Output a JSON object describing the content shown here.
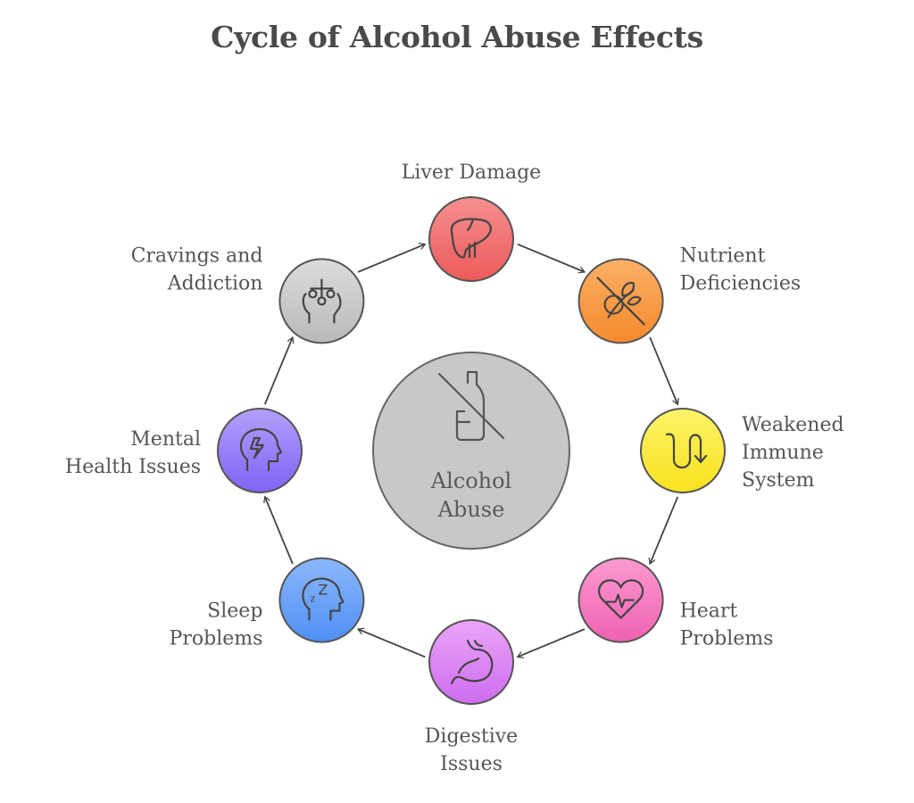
{
  "title": "Cycle of Alcohol Abuse Effects",
  "center": {
    "label_lines": [
      "Alcohol",
      "Abuse"
    ],
    "icon": "no-alcohol-bottle-icon",
    "color": "#c8c8c8"
  },
  "nodes": [
    {
      "label_lines": [
        "Liver Damage"
      ],
      "icon": "liver-icon",
      "color_top": "#f58f8f",
      "color_bottom": "#ee5a5a"
    },
    {
      "label_lines": [
        "Nutrient",
        "Deficiencies"
      ],
      "icon": "no-grain-icon",
      "color_top": "#fbb067",
      "color_bottom": "#f58a2c"
    },
    {
      "label_lines": [
        "Weakened",
        "Immune",
        "System"
      ],
      "icon": "u-turn-arrow-icon",
      "color_top": "#fdf36a",
      "color_bottom": "#f9e21c"
    },
    {
      "label_lines": [
        "Heart",
        "Problems"
      ],
      "icon": "heartbeat-icon",
      "color_top": "#fb9ad0",
      "color_bottom": "#f062b2"
    },
    {
      "label_lines": [
        "Digestive",
        "Issues"
      ],
      "icon": "stomach-icon",
      "color_top": "#eaa6f7",
      "color_bottom": "#cd6cf0"
    },
    {
      "label_lines": [
        "Sleep",
        "Problems"
      ],
      "icon": "sleeping-head-icon",
      "color_top": "#8cb8fb",
      "color_bottom": "#4f8ff5"
    },
    {
      "label_lines": [
        "Mental",
        "Health Issues"
      ],
      "icon": "head-lightning-icon",
      "color_top": "#b3a0fb",
      "color_bottom": "#8062f5"
    },
    {
      "label_lines": [
        "Cravings and",
        "Addiction"
      ],
      "icon": "head-balance-icon",
      "color_top": "#dcdcdc",
      "color_bottom": "#b9b9b9"
    }
  ]
}
